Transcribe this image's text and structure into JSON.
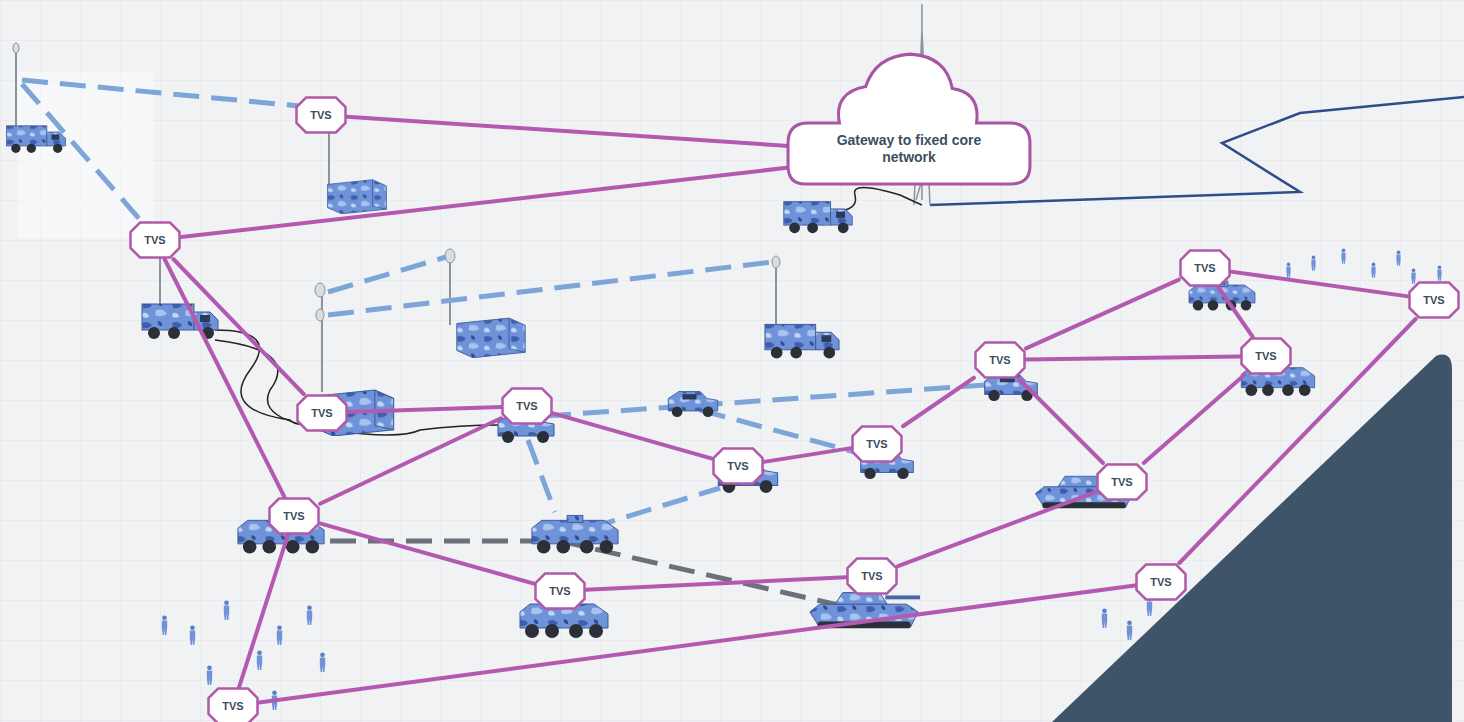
{
  "diagram": {
    "nodes": [
      {
        "text": [
          "TVS"
        ]
      },
      {
        "text": [
          "Gateway to fixed core network"
        ]
      },
      {
        "text": [
          "TVS"
        ]
      },
      {
        "text": [
          "TVS"
        ]
      },
      {
        "text": [
          "TVS"
        ]
      },
      {
        "text": [
          "TVS"
        ]
      },
      {
        "text": [
          "TVS"
        ]
      },
      {
        "text": [
          "TVS"
        ]
      },
      {
        "text": [
          "TVS"
        ]
      },
      {
        "text": [
          "TVS"
        ]
      },
      {
        "text": [
          "TVS"
        ]
      },
      {
        "text": [
          "TVS"
        ]
      },
      {
        "text": [
          "TVS"
        ]
      },
      {
        "text": [
          "TVS"
        ]
      },
      {
        "text": [
          "TVS"
        ]
      },
      {
        "text": [
          "TVS"
        ]
      },
      {
        "text": [
          "TVS"
        ]
      }
    ],
    "edges": [
      {
        "from": 0,
        "to": 1,
        "arrow": "none"
      },
      {
        "from": 2,
        "to": 1,
        "arrow": "none"
      },
      {
        "from": 2,
        "to": 8,
        "arrow": "none"
      },
      {
        "from": 2,
        "to": 12,
        "arrow": "none"
      },
      {
        "from": 8,
        "to": 7,
        "arrow": "none"
      },
      {
        "from": 7,
        "to": 12,
        "arrow": "none"
      },
      {
        "from": 7,
        "to": 10,
        "arrow": "none"
      },
      {
        "from": 10,
        "to": 9,
        "arrow": "none"
      },
      {
        "from": 9,
        "to": 6,
        "arrow": "none"
      },
      {
        "from": 6,
        "to": 3,
        "arrow": "none"
      },
      {
        "from": 6,
        "to": 5,
        "arrow": "none"
      },
      {
        "from": 6,
        "to": 11,
        "arrow": "none"
      },
      {
        "from": 3,
        "to": 4,
        "arrow": "none"
      },
      {
        "from": 3,
        "to": 5,
        "arrow": "none"
      },
      {
        "from": 5,
        "to": 11,
        "arrow": "none"
      },
      {
        "from": 11,
        "to": 13,
        "arrow": "none"
      },
      {
        "from": 13,
        "to": 15,
        "arrow": "none"
      },
      {
        "from": 15,
        "to": 12,
        "arrow": "none"
      },
      {
        "from": 12,
        "to": 16,
        "arrow": "none"
      },
      {
        "from": 16,
        "to": 14,
        "arrow": "none"
      },
      {
        "from": 14,
        "to": 4,
        "arrow": "none"
      }
    ]
  }
}
